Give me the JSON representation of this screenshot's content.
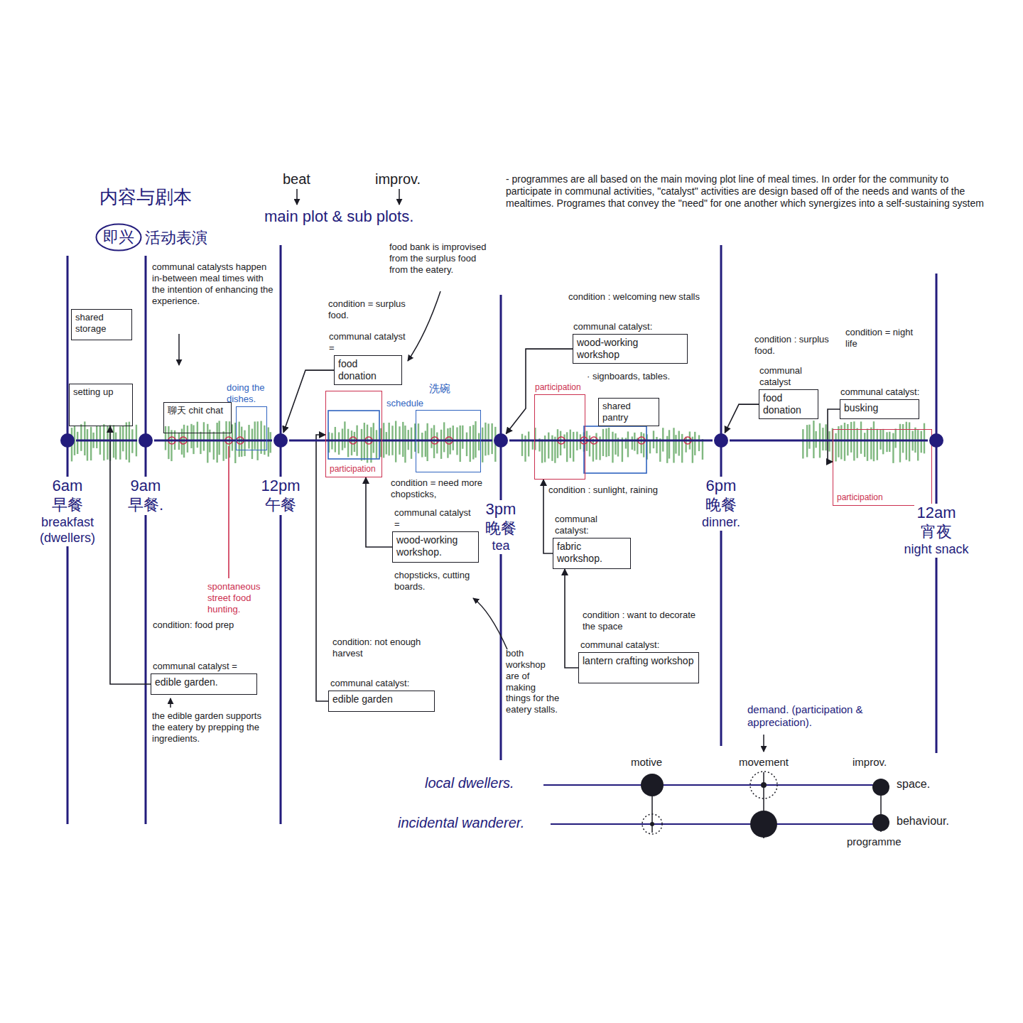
{
  "diagram": {
    "title": "内容与剧本",
    "nodes": [
      {
        "text": [
          "即兴"
        ]
      },
      {
        "text": [
          "shared storage"
        ]
      },
      {
        "text": [
          "setting up"
        ]
      },
      {
        "text": [
          "聊天 chit chat"
        ]
      },
      {
        "text": [
          "doing the dishes."
        ]
      },
      {
        "text": [
          "communal catalyst =",
          "food donation"
        ]
      },
      {
        "text": [
          "participation"
        ]
      },
      {
        "text": [
          "洗碗",
          "schedule"
        ]
      },
      {
        "text": [
          "communal catalyst:",
          "wood-working workshop"
        ]
      },
      {
        "text": [
          "participation"
        ]
      },
      {
        "text": [
          "shared pantry"
        ]
      },
      {
        "text": [
          "communal catalyst",
          "food donation"
        ]
      },
      {
        "text": [
          "communal catalyst:",
          "busking"
        ]
      },
      {
        "text": [
          "participation"
        ]
      },
      {
        "text": [
          "communal catalyst =",
          "wood-working workshop."
        ]
      },
      {
        "text": [
          "communal catalyst:",
          "fabric workshop."
        ]
      },
      {
        "text": [
          "communal catalyst =",
          "edible garden."
        ]
      },
      {
        "text": [
          "communal catalyst:",
          "edible garden"
        ]
      },
      {
        "text": [
          "communal catalyst:",
          "lantern crafting workshop"
        ]
      },
      {
        "text": [
          "6am",
          "早餐",
          "breakfast (dwellers)"
        ]
      },
      {
        "text": [
          "9am",
          "早餐."
        ]
      },
      {
        "text": [
          "12pm",
          "午餐"
        ]
      },
      {
        "text": [
          "3pm",
          "晚餐",
          "tea"
        ]
      },
      {
        "text": [
          "6pm",
          "晚餐",
          "dinner."
        ]
      },
      {
        "text": [
          "12am",
          "宵夜",
          "night snack"
        ]
      }
    ],
    "edges": [
      {
        "from": 5,
        "to": 21,
        "arrow": "to"
      },
      {
        "from": 14,
        "to": 6,
        "arrow": "to"
      },
      {
        "from": 17,
        "to": 6,
        "arrow": "to"
      },
      {
        "from": 16,
        "to": 2,
        "arrow": "to"
      },
      {
        "from": 8,
        "to": 22,
        "arrow": "to"
      },
      {
        "from": 15,
        "to": 9,
        "arrow": "to"
      },
      {
        "from": 18,
        "to": 15,
        "arrow": "to"
      },
      {
        "from": 11,
        "to": 23,
        "arrow": "to"
      },
      {
        "from": 12,
        "to": 13,
        "arrow": "to"
      },
      {
        "from": 19,
        "to": 20,
        "arrow": "none"
      },
      {
        "from": 20,
        "to": 21,
        "arrow": "none"
      },
      {
        "from": 21,
        "to": 22,
        "arrow": "none"
      },
      {
        "from": 22,
        "to": 23,
        "arrow": "none"
      },
      {
        "from": 23,
        "to": 24,
        "arrow": "none"
      }
    ],
    "labels": [
      "活动表演",
      "beat",
      "improv.",
      "main plot & sub plots.",
      "- programmes are all based on the main moving plot line of meal times. In order for the community to participate in communal activities, \"catalyst\" activities are design based off of the needs and wants of the mealtimes. Programes that convey the \"need\" for one another which synergizes into a self-sustaining system",
      "communal catalysts happen in-between meal times with the intention of enhancing the experience.",
      "food bank is improvised from the surplus food from the eatery.",
      "condition = surplus food.",
      "condition = need more chopsticks,",
      "chopsticks, cutting boards.",
      "condition: not enough harvest",
      "both workshop are of making things for the eatery stalls.",
      "condition: food prep",
      "the edible garden supports the eatery by prepping the ingredients.",
      "spontaneous street food hunting.",
      "condition : welcoming new stalls",
      "· signboards, tables.",
      "condition : sunlight, raining",
      "condition : want to decorate the space",
      "condition : surplus food.",
      "condition = night life",
      "demand. (participation & appreciation).",
      "local dwellers.",
      "incidental wanderer.",
      "motive",
      "movement",
      "improv.",
      "space.",
      "behaviour.",
      "programme"
    ]
  }
}
